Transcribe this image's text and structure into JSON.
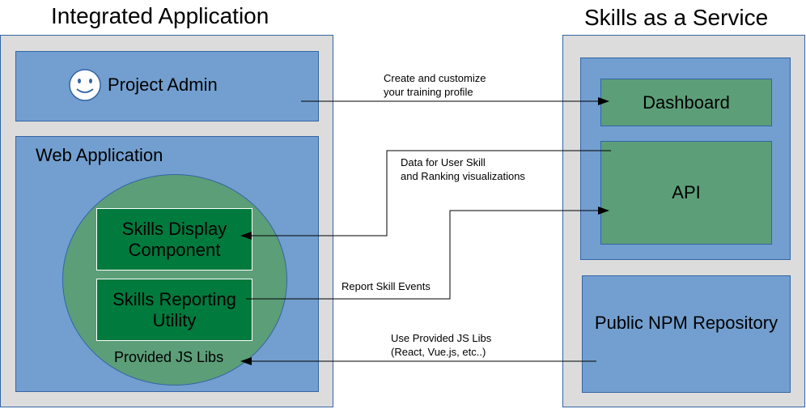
{
  "left": {
    "title": "Integrated Application",
    "project_admin": "Project Admin",
    "web_app": "Web Application",
    "skills_display": "Skills Display Component",
    "skills_reporting": "Skills Reporting Utility",
    "js_libs": "Provided JS Libs"
  },
  "right": {
    "title": "Skills as a Service",
    "dashboard": "Dashboard",
    "api": "API",
    "npm": "Public NPM Repository"
  },
  "arrows": {
    "create_profile_1": "Create and customize",
    "create_profile_2": "your training profile",
    "data_viz_1": "Data for User Skill",
    "data_viz_2": "and Ranking visualizations",
    "report_events": "Report Skill Events",
    "use_libs_1": "Use Provided JS Libs",
    "use_libs_2": "(React, Vue.js, etc..)"
  },
  "colors": {
    "outer_gray": "#dcdcdc",
    "box_blue": "#729fcf",
    "circle_green": "#5c9e78",
    "component_green": "#007a3d"
  }
}
